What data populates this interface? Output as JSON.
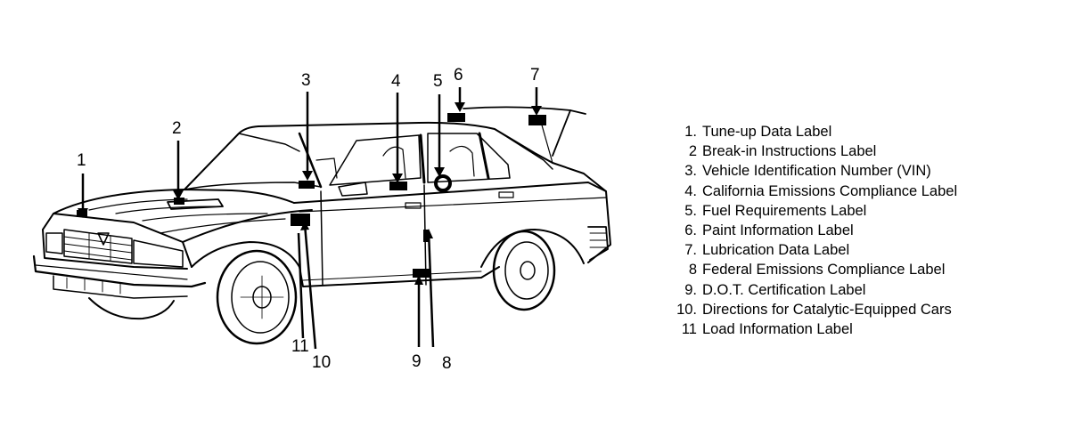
{
  "legend": [
    {
      "num": "1.",
      "text": "Tune-up Data Label"
    },
    {
      "num": "2",
      "text": "Break-in Instructions Label"
    },
    {
      "num": "3.",
      "text": "Vehicle Identification Number (VIN)"
    },
    {
      "num": "4.",
      "text": "California Emissions Compliance Label"
    },
    {
      "num": "5.",
      "text": "Fuel Requirements Label"
    },
    {
      "num": "6.",
      "text": "Paint Information Label"
    },
    {
      "num": "7.",
      "text": "Lubrication Data Label"
    },
    {
      "num": "8",
      "text": "Federal Emissions Compliance Label"
    },
    {
      "num": "9.",
      "text": "D.O.T. Certification Label"
    },
    {
      "num": "10.",
      "text": "Directions for Catalytic-Equipped Cars"
    },
    {
      "num": "11",
      "text": "Load Information Label"
    }
  ],
  "callouts": [
    "1",
    "2",
    "3",
    "4",
    "5",
    "6",
    "7",
    "8",
    "9",
    "10",
    "11"
  ]
}
